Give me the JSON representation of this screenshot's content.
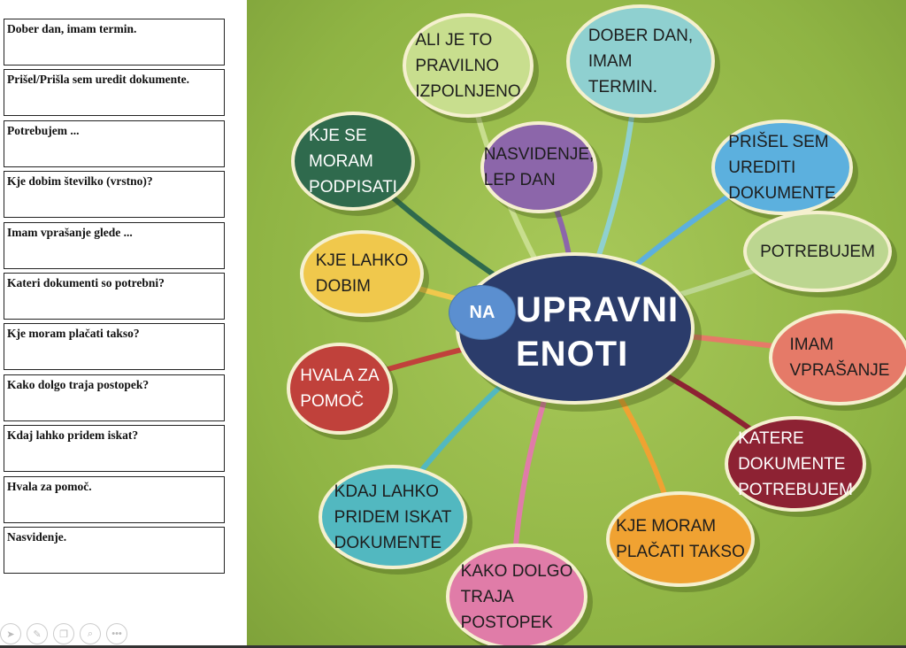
{
  "phrases": [
    "Dober dan, imam termin.",
    "Prišel/Prišla sem uredit dokumente.",
    "Potrebujem ...",
    "Kje dobim številko (vrstno)?",
    "Imam vprašanje glede ...",
    "Kateri dokumenti so potrebni?",
    "Kje moram plačati takso?",
    "Kako dolgo traja postopek?",
    "Kdaj lahko pridem iskat?",
    "Hvala za pomoč.",
    "Nasvidenje."
  ],
  "toolbar": {
    "icons": [
      "pointer-icon",
      "pen-icon",
      "slides-icon",
      "zoom-icon",
      "more-icon"
    ]
  },
  "center": {
    "prefix": "NA",
    "title_line1": "UPRAVNI",
    "title_line2": "ENOTI"
  },
  "bubbles": [
    {
      "lines": [
        "ALI JE TO",
        "PRAVILNO",
        "IZPOLNJENO"
      ],
      "color": "#c8de8e"
    },
    {
      "lines": [
        "DOBER DAN,",
        "IMAM",
        "TERMIN."
      ],
      "color": "#8fd0d0"
    },
    {
      "lines": [
        "KJE SE",
        "MORAM",
        "PODPISATI"
      ],
      "color": "#2f6a4d"
    },
    {
      "lines": [
        "NASVIDENJE,",
        "LEP DAN"
      ],
      "color": "#8c66aa"
    },
    {
      "lines": [
        "PRIŠEL SEM",
        "UREDITI",
        "DOKUMENTE"
      ],
      "color": "#5cb0de"
    },
    {
      "lines": [
        "POTREBUJEM"
      ],
      "color": "#bcd690"
    },
    {
      "lines": [
        "KJE LAHKO",
        "DOBIM"
      ],
      "color": "#f0c84c"
    },
    {
      "lines": [
        "IMAM",
        "VPRAŠANJE"
      ],
      "color": "#e57a68"
    },
    {
      "lines": [
        "HVALA ZA",
        "POMOČ"
      ],
      "color": "#c0413b"
    },
    {
      "lines": [
        "KATERE",
        "DOKUMENTE",
        "POTREBUJEM"
      ],
      "color": "#8d2233"
    },
    {
      "lines": [
        "KDAJ LAHKO",
        "PRIDEM ISKAT",
        "DOKUMENTE"
      ],
      "color": "#52b8c0"
    },
    {
      "lines": [
        "KJE MORAM",
        "PLAČATI TAKSO"
      ],
      "color": "#f0a232"
    },
    {
      "lines": [
        "KAKO DOLGO",
        "TRAJA",
        "POSTOPEK"
      ],
      "color": "#e07ca8"
    }
  ]
}
